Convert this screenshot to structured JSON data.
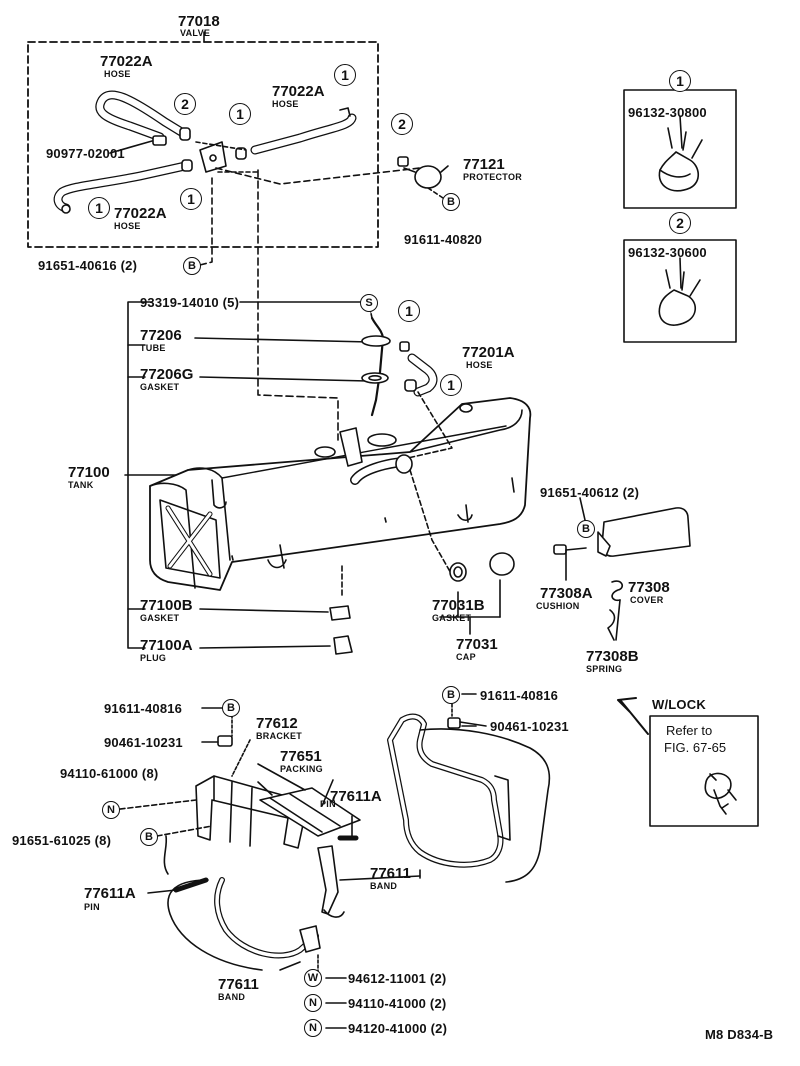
{
  "diagram": {
    "valve": {
      "number": "77018",
      "name": "VALVE"
    },
    "valve_hose_top_left": {
      "number": "77022A",
      "name": "HOSE"
    },
    "valve_hose_top_right": {
      "number": "77022A",
      "name": "HOSE"
    },
    "valve_hose_bottom": {
      "number": "77022A",
      "name": "HOSE"
    },
    "valve_bolt": {
      "number": "90977-02001"
    },
    "protector": {
      "number": "77121",
      "name": "PROTECTOR"
    },
    "protector_bolt": {
      "number": "91611-40820",
      "code": "B"
    },
    "valve_mount_bolt": {
      "number": "91651-40616 (2)",
      "code": "B"
    },
    "tube_screw": {
      "number": "93319-14010 (5)",
      "code": "S"
    },
    "tube": {
      "number": "77206",
      "name": "TUBE"
    },
    "tube_gasket": {
      "number": "77206G",
      "name": "GASKET"
    },
    "tube_hose": {
      "number": "77201A",
      "name": "HOSE"
    },
    "tank": {
      "number": "77100",
      "name": "TANK"
    },
    "tank_gasket": {
      "number": "77100B",
      "name": "GASKET"
    },
    "tank_plug": {
      "number": "77100A",
      "name": "PLUG"
    },
    "cap_gasket": {
      "number": "77031B",
      "name": "GASKET"
    },
    "cap": {
      "number": "77031",
      "name": "CAP"
    },
    "cover_bolt": {
      "number": "91651-40612 (2)",
      "code": "B"
    },
    "cushion": {
      "number": "77308A",
      "name": "CUSHION"
    },
    "cover": {
      "number": "77308",
      "name": "COVER"
    },
    "spring": {
      "number": "77308B",
      "name": "SPRING"
    },
    "bracket_bolt_left": {
      "number": "91611-40816",
      "code": "B"
    },
    "bracket_bolt_right": {
      "number": "91611-40816",
      "code": "B"
    },
    "bracket_nut_left": {
      "number": "90461-10231"
    },
    "bracket_nut_right": {
      "number": "90461-10231"
    },
    "bracket": {
      "number": "77612",
      "name": "BRACKET"
    },
    "packing": {
      "number": "77651",
      "name": "PACKING"
    },
    "pin_right": {
      "number": "77611A",
      "name": "PIN"
    },
    "pin_left": {
      "number": "77611A",
      "name": "PIN"
    },
    "band_right": {
      "number": "77611",
      "name": "BAND"
    },
    "band_left": {
      "number": "77611",
      "name": "BAND"
    },
    "nut_n_8": {
      "number": "94110-61000 (8)",
      "code": "N"
    },
    "bolt_b_8": {
      "number": "91651-61025 (8)",
      "code": "B"
    },
    "washer_w": {
      "number": "94612-11001 (2)",
      "code": "W"
    },
    "nut_n_a": {
      "number": "94110-41000 (2)",
      "code": "N"
    },
    "nut_n_b": {
      "number": "94120-41000 (2)",
      "code": "N"
    },
    "clamp_1": {
      "badge": "1",
      "number": "96132-30800"
    },
    "clamp_2": {
      "badge": "2",
      "number": "96132-30600"
    },
    "wlock": {
      "title": "W/LOCK",
      "line1": "Refer to",
      "line2": "FIG. 67-65"
    },
    "callout_1": "1",
    "callout_2": "2",
    "drawing_code": "M8 D834-B"
  }
}
